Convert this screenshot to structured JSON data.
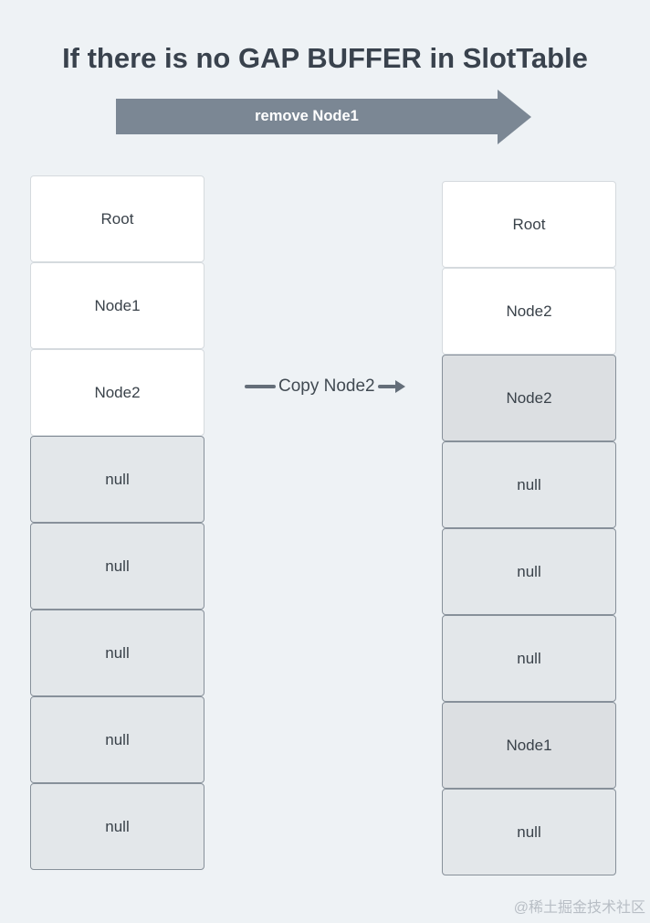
{
  "title": "If there is no GAP BUFFER in SlotTable",
  "top_arrow": {
    "label": "remove Node1"
  },
  "copy_arrow": {
    "label": "Copy Node2"
  },
  "slot_table_before": {
    "slots": [
      {
        "label": "Root",
        "state": "filled"
      },
      {
        "label": "Node1",
        "state": "filled"
      },
      {
        "label": "Node2",
        "state": "filled"
      },
      {
        "label": "null",
        "state": "empty"
      },
      {
        "label": "null",
        "state": "empty"
      },
      {
        "label": "null",
        "state": "empty"
      },
      {
        "label": "null",
        "state": "empty"
      },
      {
        "label": "null",
        "state": "empty"
      }
    ]
  },
  "slot_table_after": {
    "slots": [
      {
        "label": "Root",
        "state": "filled"
      },
      {
        "label": "Node2",
        "state": "filled"
      },
      {
        "label": "Node2",
        "state": "stale"
      },
      {
        "label": "null",
        "state": "empty"
      },
      {
        "label": "null",
        "state": "empty"
      },
      {
        "label": "null",
        "state": "empty"
      },
      {
        "label": "Node1",
        "state": "stale"
      },
      {
        "label": "null",
        "state": "empty"
      }
    ]
  },
  "watermark": "@稀土掘金技术社区",
  "colors": {
    "background": "#eef2f5",
    "title_text": "#39424d",
    "arrow": "#7b8794",
    "arrow_label_text": "#ffffff",
    "copy_arrow": "#646e79",
    "copy_label_text": "#414a52",
    "slot_text": "#3a424a",
    "slot_filled_bg": "#ffffff",
    "slot_filled_border": "#d5dade",
    "slot_empty_bg": "#e3e7ea",
    "slot_stale_bg": "#dcdfe2",
    "slot_empty_border": "#87909a",
    "watermark_text": "#b8bec5"
  }
}
